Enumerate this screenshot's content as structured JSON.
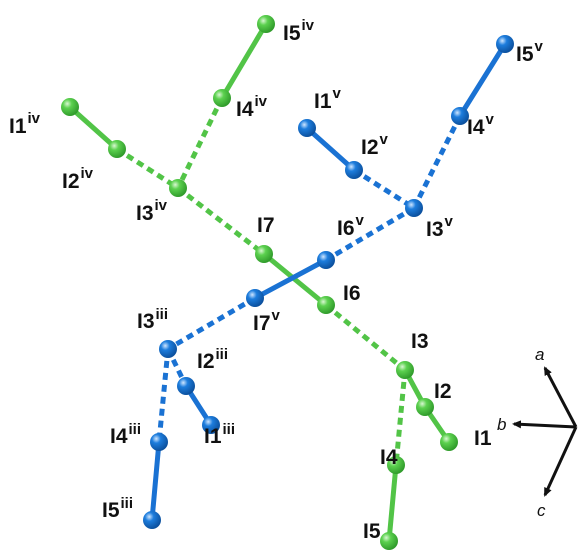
{
  "colors": {
    "green": "#5cd14f",
    "green_dark": "#2f9a2a",
    "green_bond": "#52c447",
    "blue": "#1d7ddd",
    "blue_dark": "#0b4f9c",
    "blue_bond": "#1a72d3",
    "axis": "#111111"
  },
  "atoms": [
    {
      "id": "I5iv",
      "color": "green"
    },
    {
      "id": "I4iv",
      "color": "green"
    },
    {
      "id": "I1iv",
      "color": "green"
    },
    {
      "id": "I2iv",
      "color": "green"
    },
    {
      "id": "I3iv",
      "color": "green"
    },
    {
      "id": "I7",
      "color": "green"
    },
    {
      "id": "I6",
      "color": "green"
    },
    {
      "id": "I3",
      "color": "green"
    },
    {
      "id": "I2",
      "color": "green"
    },
    {
      "id": "I1",
      "color": "green"
    },
    {
      "id": "I4",
      "color": "green"
    },
    {
      "id": "I5",
      "color": "green"
    },
    {
      "id": "I5v",
      "color": "blue"
    },
    {
      "id": "I4v",
      "color": "blue"
    },
    {
      "id": "I1v",
      "color": "blue"
    },
    {
      "id": "I2v",
      "color": "blue"
    },
    {
      "id": "I3v",
      "color": "blue"
    },
    {
      "id": "I6v",
      "color": "blue"
    },
    {
      "id": "I7v",
      "color": "blue"
    },
    {
      "id": "I3iii",
      "color": "blue"
    },
    {
      "id": "I2iii",
      "color": "blue"
    },
    {
      "id": "I1iii",
      "color": "blue"
    },
    {
      "id": "I4iii",
      "color": "blue"
    },
    {
      "id": "I5iii",
      "color": "blue"
    }
  ],
  "bonds": [
    {
      "from": "I5iv",
      "to": "I4iv",
      "style": "solid",
      "color": "green"
    },
    {
      "from": "I4iv",
      "to": "I3iv",
      "style": "dashed",
      "color": "green"
    },
    {
      "from": "I1iv",
      "to": "I2iv",
      "style": "solid",
      "color": "green"
    },
    {
      "from": "I2iv",
      "to": "I3iv",
      "style": "dashed",
      "color": "green"
    },
    {
      "from": "I3iv",
      "to": "I7",
      "style": "dashed",
      "color": "green"
    },
    {
      "from": "I7",
      "to": "I6",
      "style": "solid",
      "color": "green"
    },
    {
      "from": "I6",
      "to": "I3",
      "style": "dashed",
      "color": "green"
    },
    {
      "from": "I3",
      "to": "I2",
      "style": "solid",
      "color": "green"
    },
    {
      "from": "I2",
      "to": "I1",
      "style": "solid",
      "color": "green"
    },
    {
      "from": "I3",
      "to": "I4",
      "style": "dashed",
      "color": "green"
    },
    {
      "from": "I4",
      "to": "I5",
      "style": "solid",
      "color": "green"
    },
    {
      "from": "I5v",
      "to": "I4v",
      "style": "solid",
      "color": "blue"
    },
    {
      "from": "I4v",
      "to": "I3v",
      "style": "dashed",
      "color": "blue"
    },
    {
      "from": "I1v",
      "to": "I2v",
      "style": "solid",
      "color": "blue"
    },
    {
      "from": "I2v",
      "to": "I3v",
      "style": "dashed",
      "color": "blue"
    },
    {
      "from": "I3v",
      "to": "I6v",
      "style": "dashed",
      "color": "blue"
    },
    {
      "from": "I6v",
      "to": "I7v",
      "style": "solid",
      "color": "blue"
    },
    {
      "from": "I7v",
      "to": "I3iii",
      "style": "dashed",
      "color": "blue"
    },
    {
      "from": "I3iii",
      "to": "I2iii",
      "style": "dashed",
      "color": "blue"
    },
    {
      "from": "I2iii",
      "to": "I1iii",
      "style": "solid",
      "color": "blue"
    },
    {
      "from": "I3iii",
      "to": "I4iii",
      "style": "dashed",
      "color": "blue"
    },
    {
      "from": "I4iii",
      "to": "I5iii",
      "style": "solid",
      "color": "blue"
    }
  ],
  "labels": [
    {
      "main": "I5",
      "sup": "iv"
    },
    {
      "main": "I4",
      "sup": "iv"
    },
    {
      "main": "I1",
      "sup": "iv"
    },
    {
      "main": "I2",
      "sup": "iv"
    },
    {
      "main": "I3",
      "sup": "iv"
    },
    {
      "main": "I7",
      "sup": ""
    },
    {
      "main": "I6",
      "sup": ""
    },
    {
      "main": "I3",
      "sup": ""
    },
    {
      "main": "I2",
      "sup": ""
    },
    {
      "main": "I1",
      "sup": ""
    },
    {
      "main": "I4",
      "sup": ""
    },
    {
      "main": "I5",
      "sup": ""
    },
    {
      "main": "I5",
      "sup": "v"
    },
    {
      "main": "I4",
      "sup": "v"
    },
    {
      "main": "I1",
      "sup": "v"
    },
    {
      "main": "I2",
      "sup": "v"
    },
    {
      "main": "I3",
      "sup": "v"
    },
    {
      "main": "I6",
      "sup": "v"
    },
    {
      "main": "I7",
      "sup": "v"
    },
    {
      "main": "I3",
      "sup": "iii"
    },
    {
      "main": "I2",
      "sup": "iii"
    },
    {
      "main": "I1",
      "sup": "iii"
    },
    {
      "main": "I4",
      "sup": "iii"
    },
    {
      "main": "I5",
      "sup": "iii"
    }
  ],
  "axes": [
    {
      "name": "a"
    },
    {
      "name": "b"
    },
    {
      "name": "c"
    }
  ]
}
